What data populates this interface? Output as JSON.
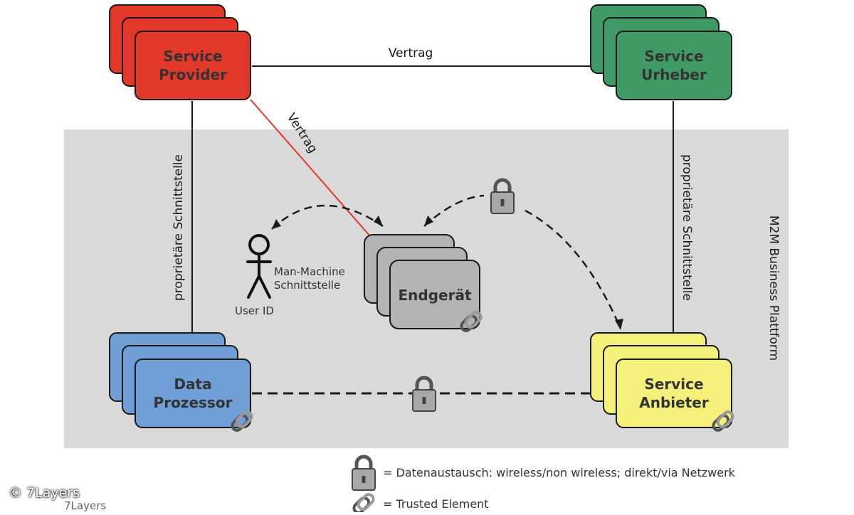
{
  "platform_label": "M2M Business Plattform",
  "nodes": {
    "service_provider": {
      "line1": "Service",
      "line2": "Provider",
      "color": "#e2382a"
    },
    "service_urheber": {
      "line1": "Service",
      "line2": "Urheber",
      "color": "#3f9a66"
    },
    "data_prozessor": {
      "line1": "Data",
      "line2": "Prozessor",
      "color": "#6f9fd6"
    },
    "service_anbieter": {
      "line1": "Service",
      "line2": "Anbieter",
      "color": "#f5f07a"
    },
    "endgeraet": {
      "line1": "Endgerät",
      "color": "#b3b3b3"
    }
  },
  "edges": {
    "contract_top": "Vertrag",
    "contract_diagonal": "Vertrag",
    "left_interface": "proprietäre Schnittstelle",
    "right_interface": "proprietäre Schnittstelle"
  },
  "user": {
    "label": "User ID",
    "mmi_line1": "Man-Machine",
    "mmi_line2": "Schnittstelle"
  },
  "legend": {
    "lock_text": "= Datenaustausch: wireless/non wireless; direkt/via Netzwerk",
    "chain_text": "= Trusted Element"
  },
  "copyright": "© 7Layers",
  "copyright_faint": "7Layers"
}
